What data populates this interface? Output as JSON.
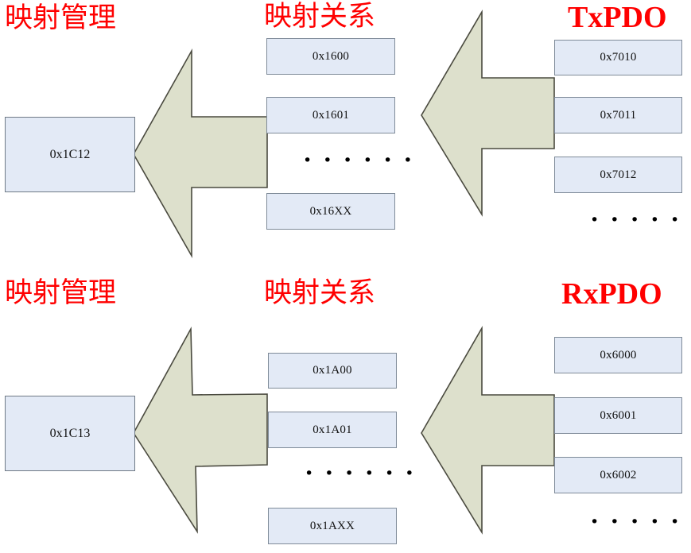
{
  "diagram": {
    "title_color": "#ff0000",
    "box_fill": "#e3eaf6",
    "box_border": "#7f8b99",
    "arrow_fill": "#dde0cc",
    "arrow_border": "#4a4a3f",
    "ellipsis": "• • • • • •"
  },
  "top_section": {
    "heading_left": "映射管理",
    "heading_mid": "映射关系",
    "heading_right": "TxPDO",
    "sync_manager": "0x1C12",
    "mapping_objects": [
      "0x1600",
      "0x1601",
      "0x16XX"
    ],
    "mapping_ellipsis": "• • • • • •",
    "pdo_objects": [
      "0x7010",
      "0x7011",
      "0x7012"
    ],
    "pdo_ellipsis": "• • • • • •"
  },
  "bottom_section": {
    "heading_left": "映射管理",
    "heading_mid": "映射关系",
    "heading_right": "RxPDO",
    "sync_manager": "0x1C13",
    "mapping_objects": [
      "0x1A00",
      "0x1A01",
      "0x1AXX"
    ],
    "mapping_ellipsis": "• • • • • •",
    "pdo_objects": [
      "0x6000",
      "0x6001",
      "0x6002"
    ],
    "pdo_ellipsis": "• • • • • •"
  }
}
